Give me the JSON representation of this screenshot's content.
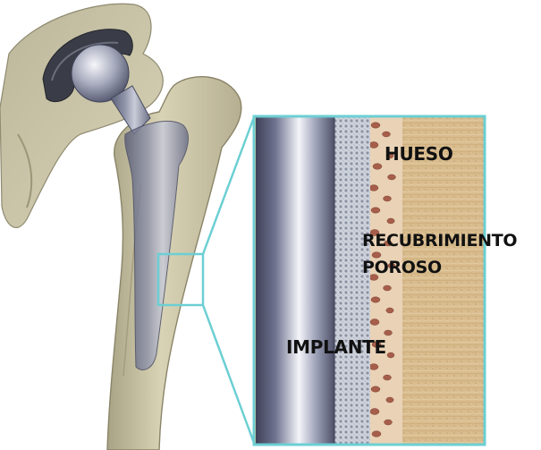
{
  "labels": {
    "bone": "HUESO",
    "porous_coating_line1": "RECUBRIMIENTO",
    "porous_coating_line2": "POROSO",
    "implant": "IMPLANTE"
  },
  "colors": {
    "callout_border": "#6ccfd3",
    "bone_outer": "#cfc7a6",
    "bone_shadow": "#9b9479",
    "bone_cut_texture": "#d8b98a",
    "porous_bead": "#b06a55",
    "metal_light": "#e6e8ef",
    "metal_dark": "#4a4d66",
    "liner_dark": "#3a3d47"
  }
}
